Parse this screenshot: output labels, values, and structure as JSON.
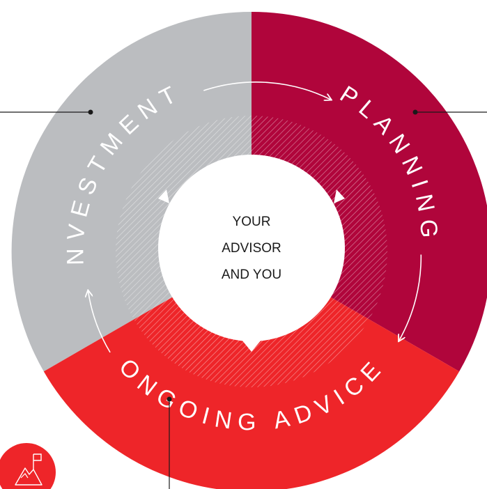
{
  "diagram": {
    "segments": [
      {
        "label": "INVESTMENTS",
        "color": "#BBBDC0"
      },
      {
        "label": "PLANNING",
        "color": "#B0053B"
      },
      {
        "label": "ONGOING ADVICE",
        "color": "#EE2529"
      }
    ],
    "center": {
      "lines": [
        "YOUR",
        "ADVISOR",
        "AND YOU"
      ]
    },
    "connector_color": "#1a1a1a",
    "icon": {
      "name": "mountain-flag-icon",
      "color": "#EE2529"
    }
  }
}
